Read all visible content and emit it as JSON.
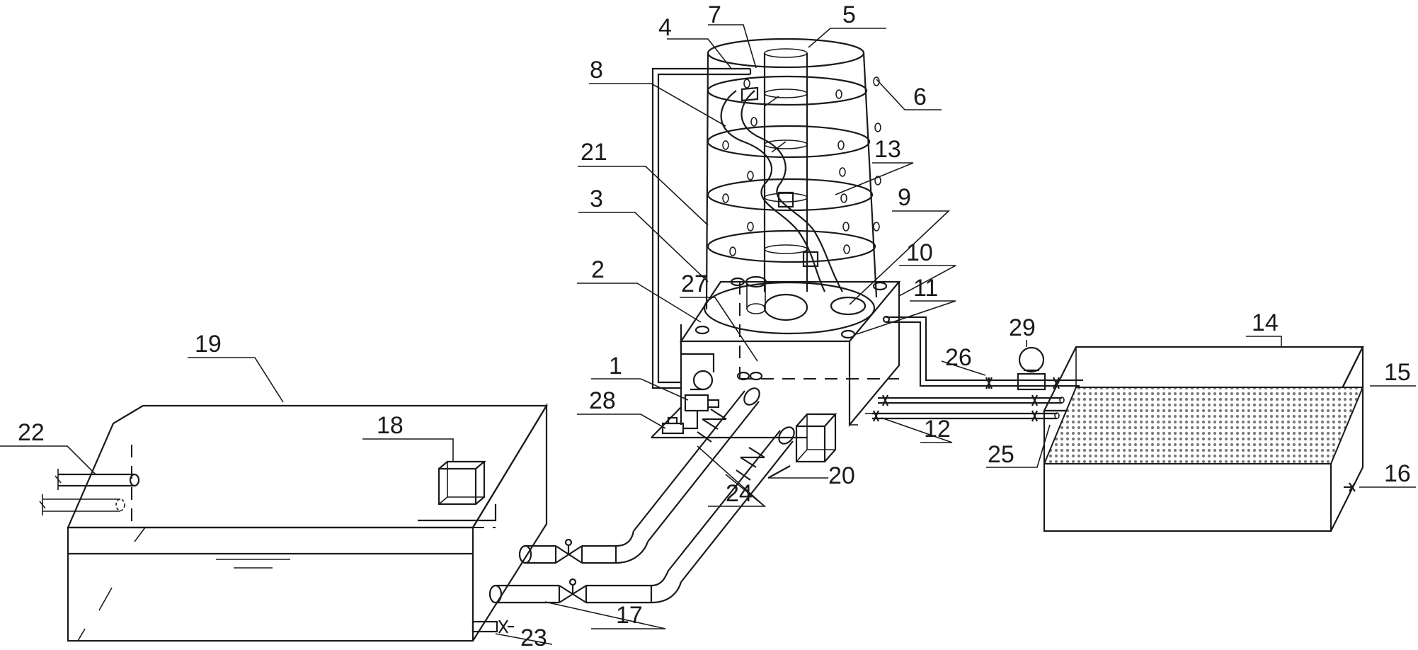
{
  "figure": {
    "labels": [
      "1",
      "2",
      "3",
      "4",
      "5",
      "6",
      "7",
      "8",
      "9",
      "10",
      "11",
      "12",
      "13",
      "14",
      "15",
      "16",
      "17",
      "18",
      "19",
      "20",
      "21",
      "22",
      "23",
      "24",
      "25",
      "26",
      "27",
      "28",
      "29"
    ]
  },
  "colors": {
    "ink": "#1a1a1a",
    "background": "#ffffff",
    "mesh": "#8a8a8a"
  }
}
